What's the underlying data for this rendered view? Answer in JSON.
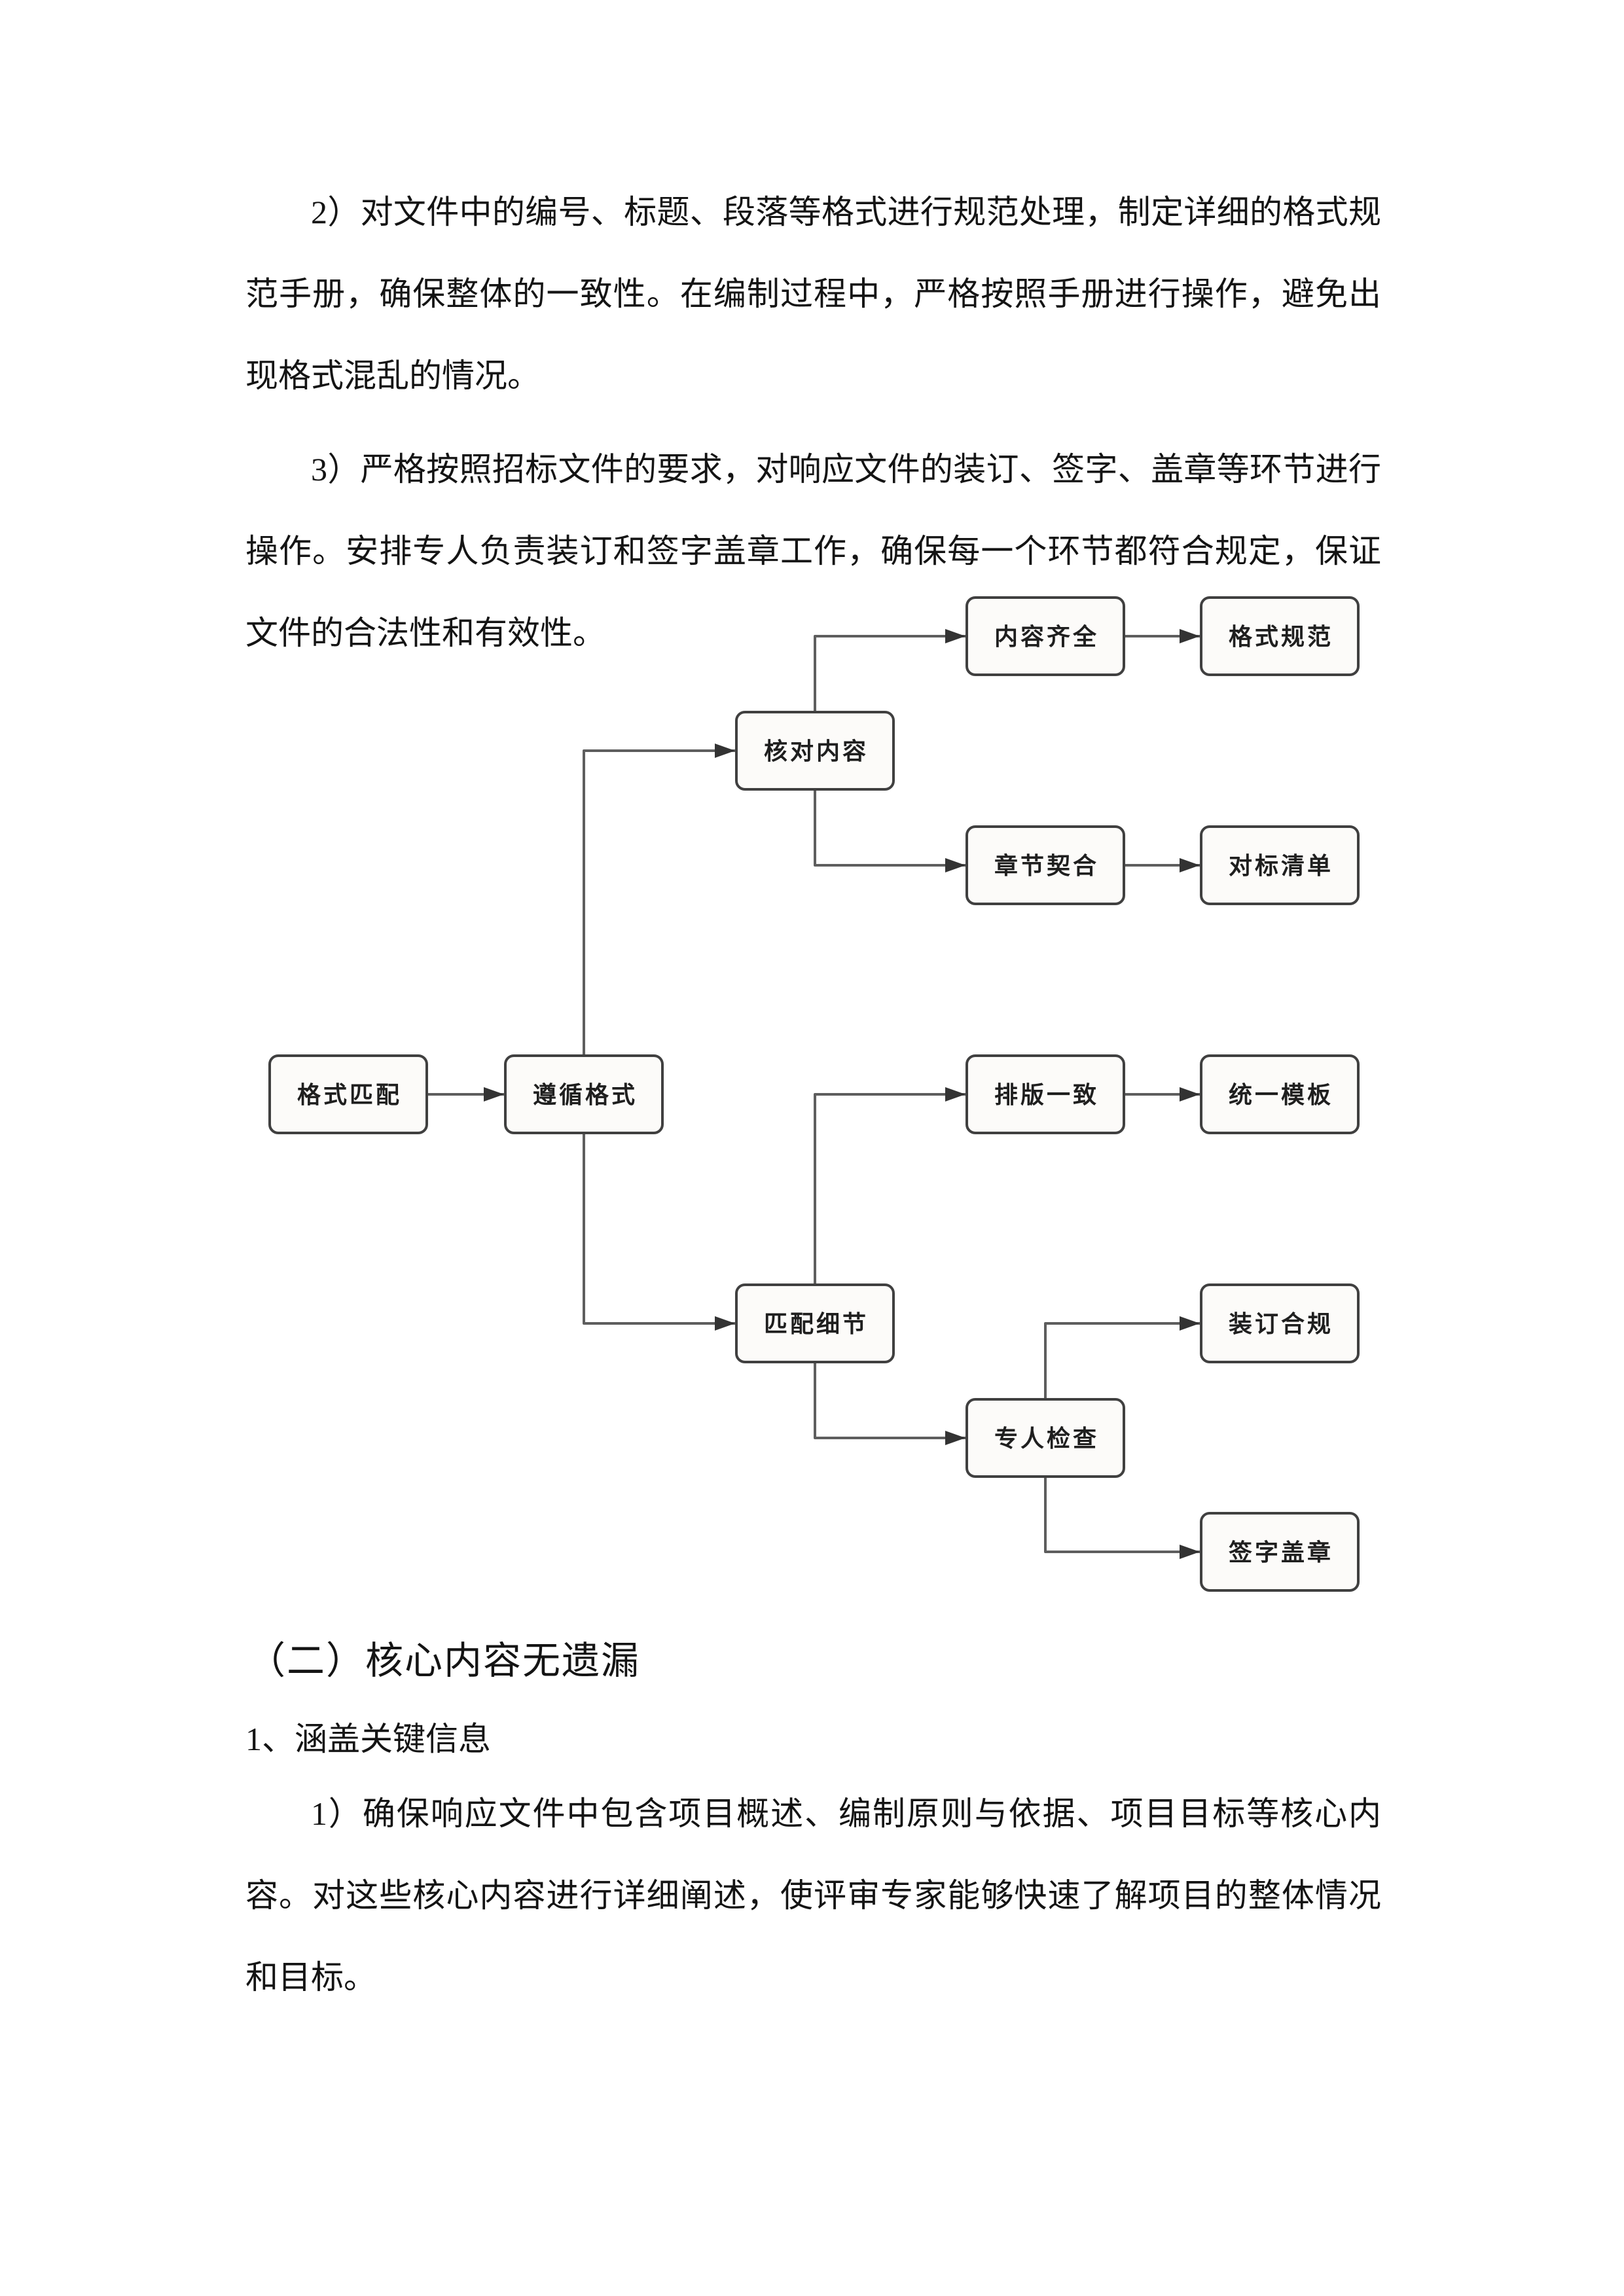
{
  "page": {
    "background": "#ffffff",
    "text_color": "#141414"
  },
  "paragraphs": [
    {
      "text": "2）对文件中的编号、标题、段落等格式进行规范处理，制定详细的格式规范手册，确保整体的一致性。在编制过程中，严格按照手册进行操作，避免出现格式混乱的情况。"
    },
    {
      "text": "3）严格按照招标文件的要求，对响应文件的装订、签字、盖章等环节进行操作。安排专人负责装订和签字盖章工作，确保每一个环节都符合规定，保证文件的合法性和有效性。"
    }
  ],
  "section": {
    "heading": "（二）核心内容无遗漏",
    "numbered_item": "1、涵盖关键信息",
    "paragraph": "1）确保响应文件中包含项目概述、编制原则与依据、项目目标等核心内容。对这些核心内容进行详细阐述，使评审专家能够快速了解项目的整体情况和目标。"
  },
  "flowchart": {
    "type": "tree-flow-diagram",
    "box_fill": "#fcfbf9",
    "box_border": "#404040",
    "line_color": "#5e5e5e",
    "arrow_color": "#333333",
    "label_color": "#1f1f1f",
    "nodes": [
      {
        "id": "format-match",
        "label": "格式匹配"
      },
      {
        "id": "follow-format",
        "label": "遵循格式"
      },
      {
        "id": "check-content",
        "label": "核对内容"
      },
      {
        "id": "content-complete",
        "label": "内容齐全"
      },
      {
        "id": "format-standard",
        "label": "格式规范"
      },
      {
        "id": "chapter-fit",
        "label": "章节契合"
      },
      {
        "id": "benchmark-list",
        "label": "对标清单"
      },
      {
        "id": "layout-consistent",
        "label": "排版一致"
      },
      {
        "id": "unified-template",
        "label": "统一模板"
      },
      {
        "id": "match-details",
        "label": "匹配细节"
      },
      {
        "id": "binding-compliant",
        "label": "装订合规"
      },
      {
        "id": "personnel-check",
        "label": "专人检查"
      },
      {
        "id": "sign-seal",
        "label": "签字盖章"
      }
    ],
    "edges": [
      {
        "from": "format-match",
        "to": "follow-format"
      },
      {
        "from": "follow-format",
        "to": "check-content"
      },
      {
        "from": "follow-format",
        "to": "match-details"
      },
      {
        "from": "check-content",
        "to": "content-complete"
      },
      {
        "from": "check-content",
        "to": "chapter-fit"
      },
      {
        "from": "content-complete",
        "to": "format-standard"
      },
      {
        "from": "chapter-fit",
        "to": "benchmark-list"
      },
      {
        "from": "match-details",
        "to": "layout-consistent"
      },
      {
        "from": "match-details",
        "to": "personnel-check"
      },
      {
        "from": "layout-consistent",
        "to": "unified-template"
      },
      {
        "from": "personnel-check",
        "to": "binding-compliant"
      },
      {
        "from": "personnel-check",
        "to": "sign-seal"
      }
    ]
  }
}
